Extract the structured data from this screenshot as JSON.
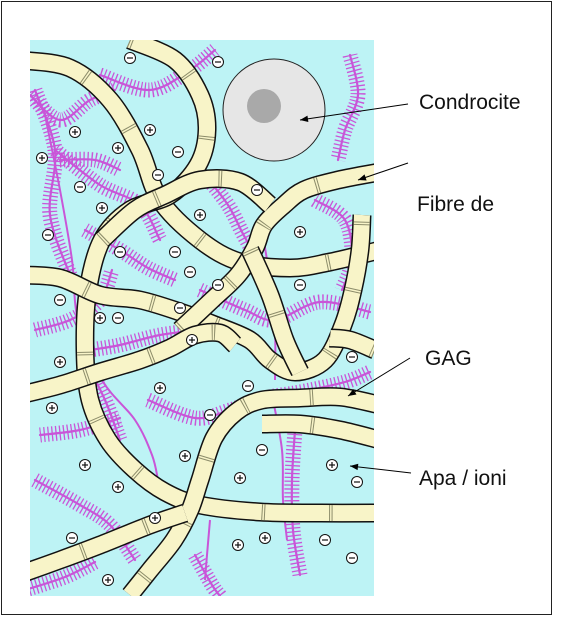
{
  "labels": {
    "chondrocyte": "Condrocite",
    "fibres": "Fibre de",
    "gag": "GAG",
    "water_ions": "Apa / ioni"
  },
  "colors": {
    "matrix": "#bdf3f5",
    "fibre_fill": "#f8f4c8",
    "fibre_outline": "#111111",
    "gag": "#c955d8",
    "cell": "#e6e6e6",
    "nucleus": "#a9a9a9"
  },
  "ion_symbols": {
    "positive": "+",
    "negative": "−"
  }
}
